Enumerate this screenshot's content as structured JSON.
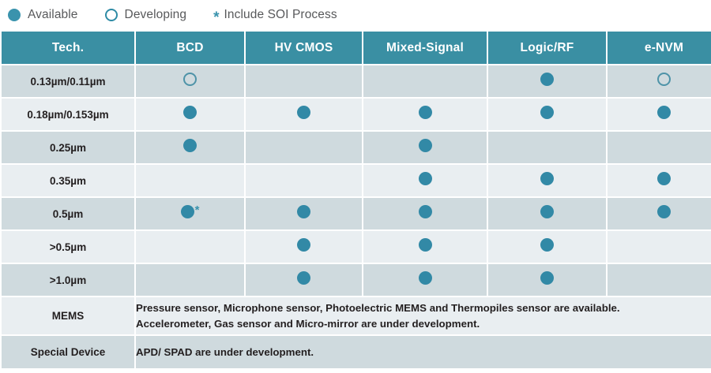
{
  "legend": {
    "items": [
      {
        "marker": "filled-circle",
        "label": "Available"
      },
      {
        "marker": "open-circle",
        "label": "Developing"
      },
      {
        "marker": "asterisk",
        "label": "Include SOI Process"
      }
    ]
  },
  "colors": {
    "header_teal": "#3a8fa3",
    "dot_teal": "#3289a6",
    "row_odd": "#cfdade",
    "row_even": "#e9eef1",
    "text_dark": "#231f20",
    "legend_text": "#58595b"
  },
  "table": {
    "columns": [
      "Tech.",
      "BCD",
      "HV CMOS",
      "Mixed-Signal",
      "Logic/RF",
      "e-NVM"
    ],
    "rows": [
      {
        "tech": "0.13µm/0.11µm",
        "cells": [
          "open",
          "none",
          "none",
          "filled",
          "open"
        ]
      },
      {
        "tech": "0.18µm/0.153µm",
        "cells": [
          "filled",
          "filled",
          "filled",
          "filled",
          "filled"
        ]
      },
      {
        "tech": "0.25µm",
        "cells": [
          "filled",
          "none",
          "filled",
          "none",
          "none"
        ]
      },
      {
        "tech": "0.35µm",
        "cells": [
          "none",
          "none",
          "filled",
          "filled",
          "filled"
        ]
      },
      {
        "tech": "0.5µm",
        "cells": [
          "filled-star",
          "filled",
          "filled",
          "filled",
          "filled"
        ]
      },
      {
        "tech": ">0.5µm",
        "cells": [
          "none",
          "filled",
          "filled",
          "filled",
          "none"
        ]
      },
      {
        "tech": ">1.0µm",
        "cells": [
          "none",
          "filled",
          "filled",
          "filled",
          "none"
        ]
      }
    ],
    "notes": [
      {
        "label": "MEMS",
        "lines": [
          "Pressure sensor, Microphone sensor, Photoelectric MEMS and Thermopiles sensor are available.",
          "Accelerometer, Gas sensor and Micro-mirror are under development."
        ]
      },
      {
        "label": "Special Device",
        "lines": [
          "APD/ SPAD are under development."
        ]
      }
    ]
  },
  "star_glyph": "*"
}
